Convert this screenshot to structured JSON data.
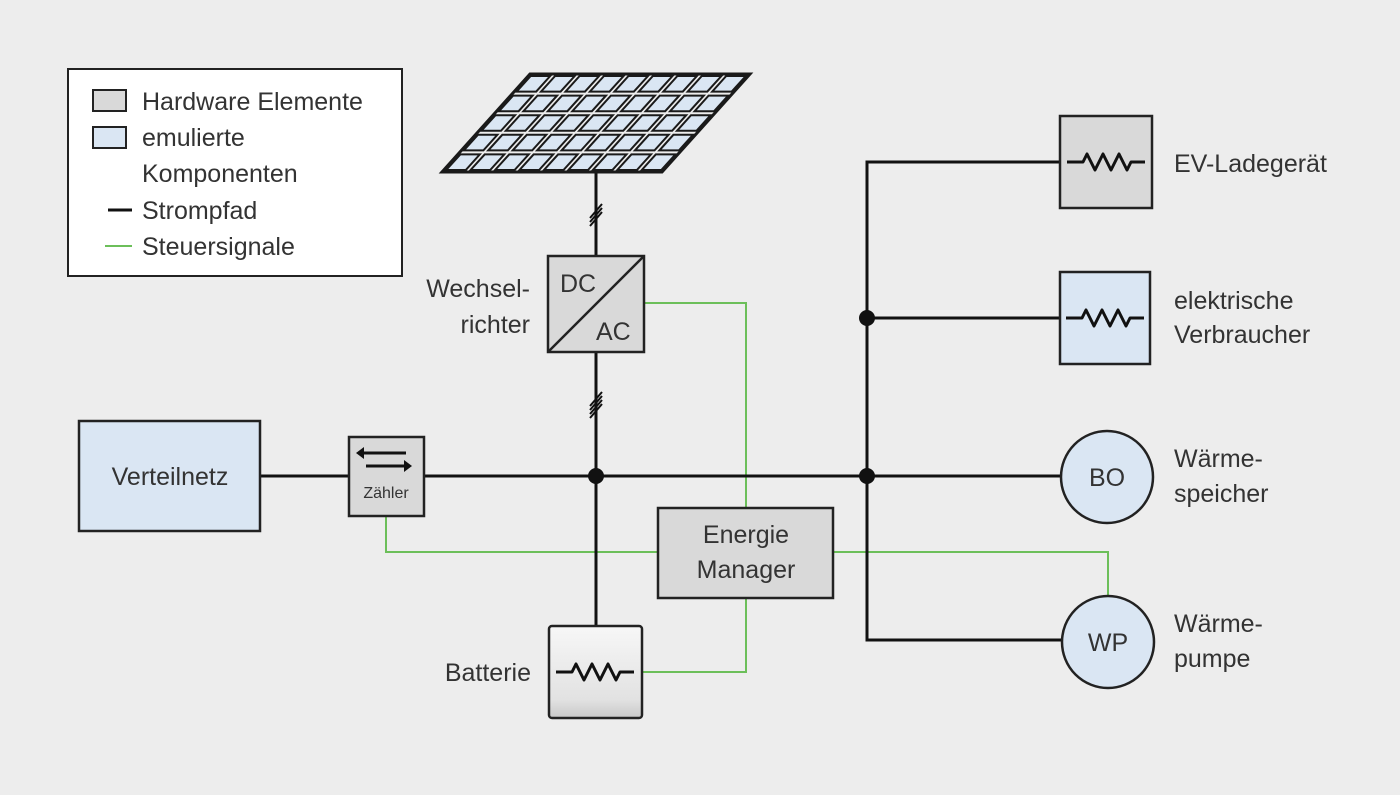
{
  "legend": {
    "hardware": "Hardware Elemente",
    "emulated_line1": "emulierte",
    "emulated_line2": "Komponenten",
    "power_path": "Strompfad",
    "control_signals": "Steuersignale"
  },
  "colors": {
    "background": "#ededed",
    "hardware_fill": "#d9d9d9",
    "emulated_fill": "#dae6f3",
    "power_line": "#111111",
    "control_line": "#6cbf5a"
  },
  "components": {
    "grid": "Verteilnetz",
    "meter": "Zähler",
    "inverter_label_1": "Wechsel-",
    "inverter_label_2": "richter",
    "inverter_dc": "DC",
    "inverter_ac": "AC",
    "energy_manager_1": "Energie",
    "energy_manager_2": "Manager",
    "battery": "Batterie",
    "ev_charger": "EV-Ladegerät",
    "consumers_1": "elektrische",
    "consumers_2": "Verbraucher",
    "heat_storage_symbol": "BO",
    "heat_storage_1": "Wärme-",
    "heat_storage_2": "speicher",
    "heat_pump_symbol": "WP",
    "heat_pump_1": "Wärme-",
    "heat_pump_2": "pumpe"
  }
}
